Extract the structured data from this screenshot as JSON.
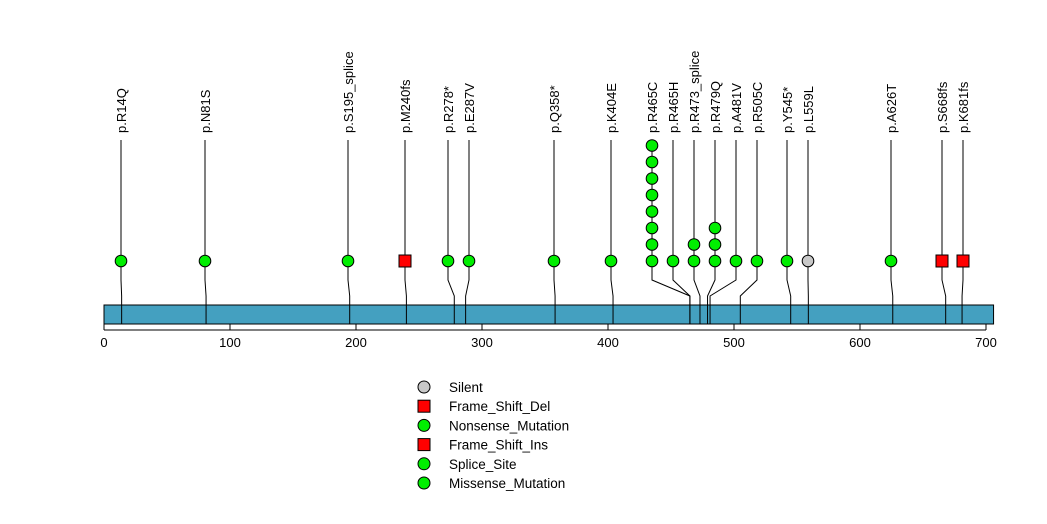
{
  "chart_data": {
    "type": "lollipop",
    "protein_length": 706,
    "xlim": [
      0,
      706
    ],
    "x_ticks": [
      0,
      100,
      200,
      300,
      400,
      500,
      600,
      700
    ],
    "mutations": [
      {
        "label": "p.R14Q",
        "pos": 14,
        "count": 1,
        "type": "Missense_Mutation"
      },
      {
        "label": "p.N81S",
        "pos": 81,
        "count": 1,
        "type": "Missense_Mutation"
      },
      {
        "label": "p.S195_splice",
        "pos": 195,
        "count": 1,
        "type": "Splice_Site"
      },
      {
        "label": "p.M240fs",
        "pos": 240,
        "count": 1,
        "type": "Frame_Shift_Del"
      },
      {
        "label": "p.R278*",
        "pos": 278,
        "count": 1,
        "type": "Nonsense_Mutation"
      },
      {
        "label": "p.E287V",
        "pos": 287,
        "count": 1,
        "type": "Missense_Mutation"
      },
      {
        "label": "p.Q358*",
        "pos": 358,
        "count": 1,
        "type": "Nonsense_Mutation"
      },
      {
        "label": "p.K404E",
        "pos": 404,
        "count": 1,
        "type": "Missense_Mutation"
      },
      {
        "label": "p.R465C",
        "pos": 465,
        "count": 8,
        "type": "Missense_Mutation"
      },
      {
        "label": "p.R465H",
        "pos": 465,
        "count": 1,
        "type": "Missense_Mutation"
      },
      {
        "label": "p.R473_splice",
        "pos": 473,
        "count": 2,
        "type": "Splice_Site"
      },
      {
        "label": "p.R479Q",
        "pos": 479,
        "count": 3,
        "type": "Missense_Mutation"
      },
      {
        "label": "p.A481V",
        "pos": 481,
        "count": 1,
        "type": "Missense_Mutation"
      },
      {
        "label": "p.R505C",
        "pos": 505,
        "count": 1,
        "type": "Missense_Mutation"
      },
      {
        "label": "p.Y545*",
        "pos": 545,
        "count": 1,
        "type": "Nonsense_Mutation"
      },
      {
        "label": "p.L559L",
        "pos": 559,
        "count": 1,
        "type": "Silent"
      },
      {
        "label": "p.A626T",
        "pos": 626,
        "count": 1,
        "type": "Missense_Mutation"
      },
      {
        "label": "p.S668fs",
        "pos": 668,
        "count": 1,
        "type": "Frame_Shift_Ins"
      },
      {
        "label": "p.K681fs",
        "pos": 681,
        "count": 1,
        "type": "Frame_Shift_Ins"
      }
    ],
    "legend": [
      {
        "label": "Silent",
        "shape": "circle",
        "color": "#c8c8c8"
      },
      {
        "label": "Frame_Shift_Del",
        "shape": "square",
        "color": "#ff0000"
      },
      {
        "label": "Nonsense_Mutation",
        "shape": "circle",
        "color": "#00ee00"
      },
      {
        "label": "Frame_Shift_Ins",
        "shape": "square",
        "color": "#ff0000"
      },
      {
        "label": "Splice_Site",
        "shape": "circle",
        "color": "#00ee00"
      },
      {
        "label": "Missense_Mutation",
        "shape": "circle",
        "color": "#00ee00"
      }
    ],
    "colors": {
      "protein": "#44a0c0"
    }
  }
}
